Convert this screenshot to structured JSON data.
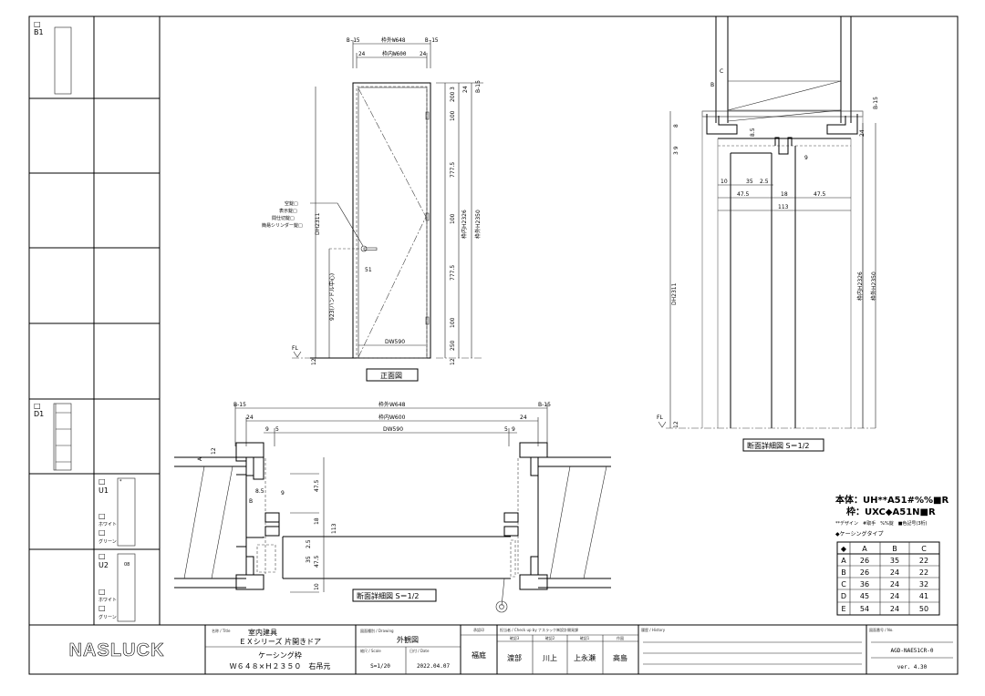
{
  "sheet": {
    "legend_items": [
      {
        "code": "B1"
      },
      {
        "code": "D1"
      },
      {
        "code": "U1",
        "colors": [
          "ホワイト",
          "グリーン"
        ],
        "mark": "*"
      },
      {
        "code": "U2",
        "colors": [
          "ホワイト",
          "グリーン"
        ],
        "mark": "08"
      }
    ],
    "checkbox": "□"
  },
  "front_view": {
    "title": "正面図",
    "dims": {
      "b15": "B-15",
      "outer_w": "枠外W648",
      "inner_w": "枠内W600",
      "side": "24",
      "v200": "200",
      "v100": "100",
      "v777": "777.5",
      "v250": "250",
      "v3": "3",
      "v24": "24",
      "inner_h": "枠内H2326",
      "outer_h": "枠外H2350",
      "dh": "DH2311",
      "handle_h": "923(ハンドル中心)",
      "h51": "51",
      "dw": "DW590",
      "v12": "12",
      "fl": "FL"
    },
    "lock_options": [
      "空錠□",
      "表示錠□",
      "間仕切錠□",
      "簡易シリンダー錠□"
    ]
  },
  "vertical_section": {
    "title": "断面詳細図 S＝1/2",
    "dims": {
      "c": "C",
      "b": "B",
      "v8": "8",
      "v39": "3 9",
      "v24": "24",
      "v85": "8.5",
      "v9": "9",
      "d10": "10",
      "d35": "35",
      "d25": "2.5",
      "d475": "47.5",
      "d18": "18",
      "d113": "113",
      "dh": "DH2311",
      "inner_h": "枠内H2326",
      "outer_h": "枠外H2350",
      "b15": "B-15",
      "fl": "FL",
      "v12": "12"
    }
  },
  "horizontal_section": {
    "title": "断面詳細図 S＝1/2",
    "dims": {
      "b15": "B-15",
      "outer_w": "枠外W648",
      "inner_w": "枠内W600",
      "side": "24",
      "v9": "9",
      "v5": "5",
      "dw": "DW590",
      "a": "A",
      "v12": "12",
      "v85": "8.5",
      "b": "B",
      "d475": "47.5",
      "d18": "18",
      "d113": "113",
      "d25": "2.5",
      "d35": "35",
      "d10": "10"
    }
  },
  "spec": {
    "body": "本体：UH**A51#%%■R",
    "frame": "枠：UXC◆A51N■R",
    "note": "**デザイン　#取手　%%錠　■色記号(3桁)",
    "casing": "◆ケーシングタイプ",
    "table": {
      "headers": [
        "◆",
        "A",
        "B",
        "C"
      ],
      "rows": [
        [
          "A",
          "26",
          "35",
          "22"
        ],
        [
          "B",
          "26",
          "24",
          "22"
        ],
        [
          "C",
          "36",
          "24",
          "32"
        ],
        [
          "D",
          "45",
          "24",
          "41"
        ],
        [
          "E",
          "54",
          "24",
          "50"
        ]
      ]
    }
  },
  "title_block": {
    "logo": "NASLUCK",
    "title_label": "名称 / Title",
    "title_1": "室内建具",
    "title_2": "ＥＸシリーズ 片開きドア",
    "title_3": "ケーシング枠",
    "title_4": "Ｗ６４８×Ｈ２３５０　右吊元",
    "drawing_label": "図面種別 / Drawing",
    "drawing": "外観図",
    "scale_label": "縮尺 / Scale",
    "scale": "S=1/20",
    "date_label": "日付 / Date",
    "date": "2022.04.07",
    "approver_label": "承認印",
    "approver": "福庭",
    "check_label": "担当者 / Check up by ナスラック㈱設計開発課",
    "checkers": [
      {
        "role": "確認3",
        "name": "渡部"
      },
      {
        "role": "確認2",
        "name": "川上"
      },
      {
        "role": "確認1",
        "name": "上永瀬"
      },
      {
        "role": "作図",
        "name": "高島"
      }
    ],
    "history_label": "履歴 / History",
    "number_label": "図面番号 / No.",
    "number": "AGD-NAE51CR-0",
    "version": "ver. 4.30"
  }
}
